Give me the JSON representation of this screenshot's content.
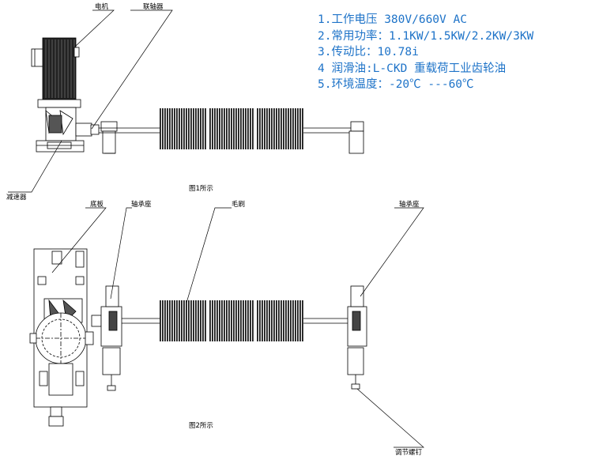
{
  "specs": [
    "1.工作电压 380V/660V AC",
    "2.常用功率：1.1KW/1.5KW/2.2KW/3KW",
    "3.传动比：10.78i",
    "4 润滑油:L-CKD 重载荷工业齿轮油",
    "5.环境温度：-20℃ ---60℃"
  ],
  "labels": {
    "motor": "电机",
    "coupling": "联轴器",
    "reducer": "减速器",
    "base_plate": "底板",
    "bearing_seat_left": "轴承座",
    "brush": "毛刷",
    "bearing_seat_right": "轴承座",
    "adjust_screw": "调节螺钉"
  },
  "captions": {
    "fig1": "图1所示",
    "fig2": "图2所示"
  },
  "colors": {
    "spec_text": "#1e73c8",
    "line": "#000000",
    "brush_fill": "#1a1a1a"
  }
}
